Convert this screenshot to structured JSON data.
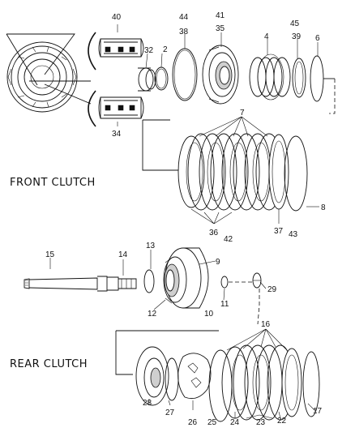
{
  "sections": {
    "front": "FRONT CLUTCH",
    "rear": "REAR CLUTCH"
  },
  "callouts": {
    "c40": "40",
    "c44": "44",
    "c41": "41",
    "c45": "45",
    "c38": "38",
    "c35": "35",
    "c4": "4",
    "c39": "39",
    "c6": "6",
    "c32": "32",
    "c2": "2",
    "c34": "34",
    "c7": "7",
    "c8": "8",
    "c36": "36",
    "c42": "42",
    "c37": "37",
    "c43": "43",
    "c15": "15",
    "c14": "14",
    "c13": "13",
    "c9": "9",
    "c12": "12",
    "c10": "10",
    "c11": "11",
    "c29": "29",
    "c16": "16",
    "c28": "28",
    "c27": "27",
    "c26": "26",
    "c25": "25",
    "c24": "24",
    "c23": "23",
    "c22": "22",
    "c17": "17"
  }
}
